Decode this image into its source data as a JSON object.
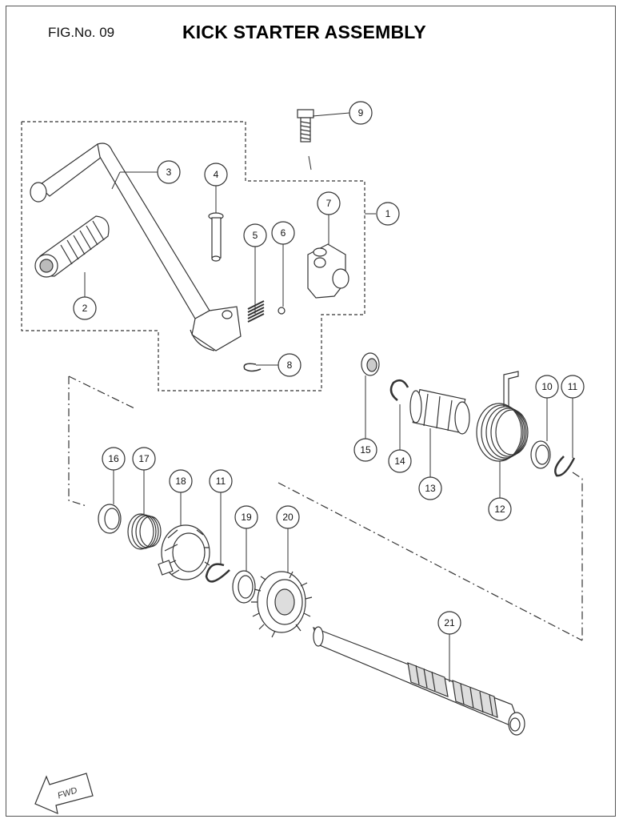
{
  "header": {
    "fig_no": "FIG.No. 09",
    "title": "KICK STARTER ASSEMBLY"
  },
  "callouts": [
    {
      "id": "c1",
      "label": "1"
    },
    {
      "id": "c2",
      "label": "2"
    },
    {
      "id": "c3",
      "label": "3"
    },
    {
      "id": "c4",
      "label": "4"
    },
    {
      "id": "c5",
      "label": "5"
    },
    {
      "id": "c6",
      "label": "6"
    },
    {
      "id": "c7",
      "label": "7"
    },
    {
      "id": "c8",
      "label": "8"
    },
    {
      "id": "c9",
      "label": "9"
    },
    {
      "id": "c10",
      "label": "10"
    },
    {
      "id": "c11a",
      "label": "11"
    },
    {
      "id": "c12",
      "label": "12"
    },
    {
      "id": "c13",
      "label": "13"
    },
    {
      "id": "c14",
      "label": "14"
    },
    {
      "id": "c15",
      "label": "15"
    },
    {
      "id": "c16",
      "label": "16"
    },
    {
      "id": "c17",
      "label": "17"
    },
    {
      "id": "c18",
      "label": "18"
    },
    {
      "id": "c11b",
      "label": "11"
    },
    {
      "id": "c19",
      "label": "19"
    },
    {
      "id": "c20",
      "label": "20"
    },
    {
      "id": "c21",
      "label": "21"
    }
  ],
  "fwd_label": "FWD",
  "colors": {
    "line": "#333333",
    "fill": "#ffffff",
    "shade": "#d9d9d9"
  }
}
